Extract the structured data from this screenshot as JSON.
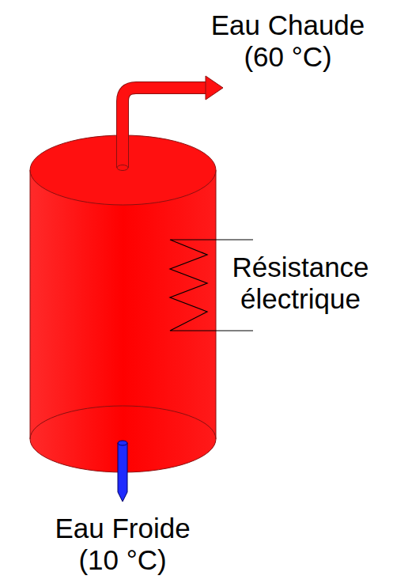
{
  "diagram": {
    "labels": [
      "Eau Chaude (60 °C)",
      "Résistance électrique",
      "Eau Froide (10 °C)"
    ]
  }
}
